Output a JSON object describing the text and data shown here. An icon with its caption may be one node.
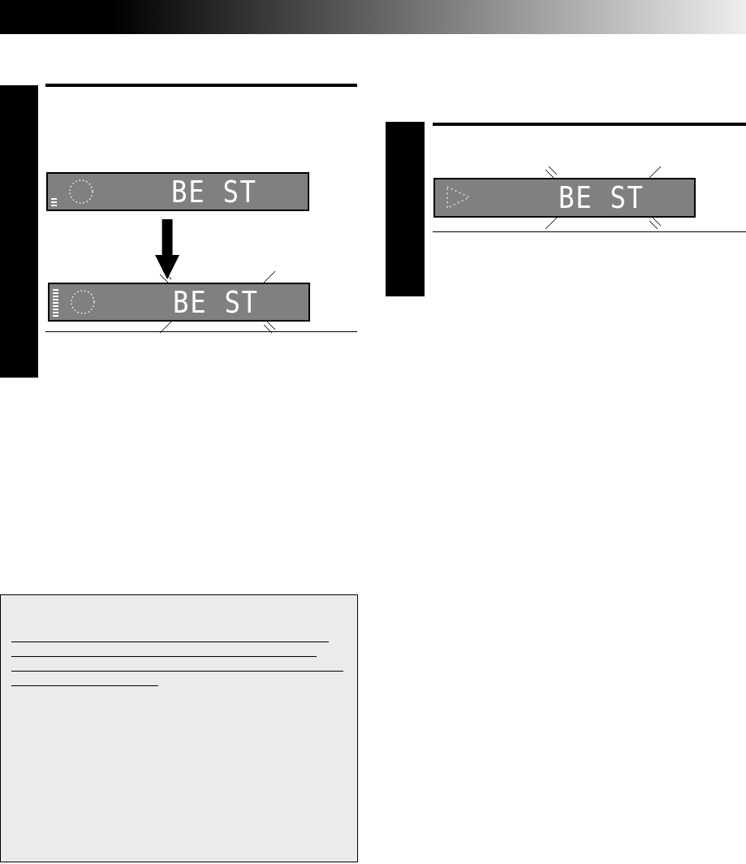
{
  "diagram": {
    "nodes": [
      {
        "text": [],
        "shape": "bar"
      },
      {
        "text": [
          "BE ST"
        ]
      },
      {
        "text": [
          "BE ST"
        ]
      },
      {
        "text": [],
        "shape": "bar"
      },
      {
        "text": [
          "BE ST"
        ]
      }
    ],
    "edges": [
      {
        "from": 1,
        "to": 2,
        "arrow": "to"
      }
    ]
  }
}
